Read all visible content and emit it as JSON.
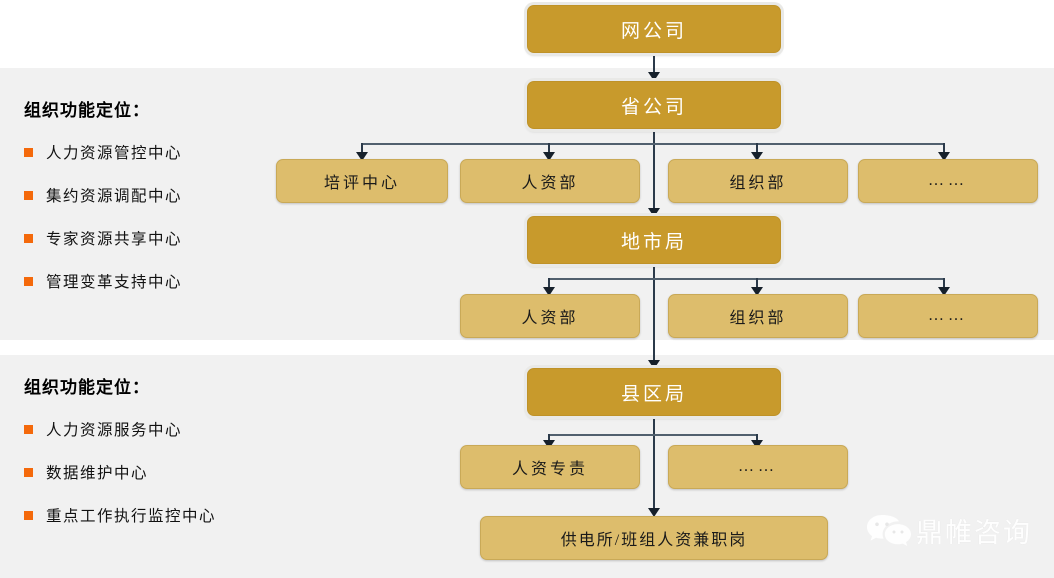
{
  "panels": [
    {
      "title": "组织功能定位：",
      "items": [
        "人力资源管控中心",
        "集约资源调配中心",
        "专家资源共享中心",
        "管理变革支持中心"
      ]
    },
    {
      "title": "组织功能定位：",
      "items": [
        "人力资源服务中心",
        "数据维护中心",
        "重点工作执行监控中心"
      ]
    }
  ],
  "chart_data": {
    "type": "org-chart",
    "nodes": {
      "net_company": "网公司",
      "province_company": "省公司",
      "city_bureau": "地市局",
      "county_bureau": "县区局",
      "province_depts": [
        "培评中心",
        "人资部",
        "组织部",
        "……"
      ],
      "city_depts": [
        "人资部",
        "组织部",
        "……"
      ],
      "county_depts": [
        "人资专责",
        "……"
      ],
      "grassroots": "供电所/班组人资兼职岗"
    },
    "edges": [
      [
        "网公司",
        "省公司"
      ],
      [
        "省公司",
        "培评中心"
      ],
      [
        "省公司",
        "人资部"
      ],
      [
        "省公司",
        "组织部"
      ],
      [
        "省公司",
        "……"
      ],
      [
        "省公司",
        "地市局"
      ],
      [
        "地市局",
        "人资部"
      ],
      [
        "地市局",
        "组织部"
      ],
      [
        "地市局",
        "……"
      ],
      [
        "地市局",
        "县区局"
      ],
      [
        "县区局",
        "人资专责"
      ],
      [
        "县区局",
        "……"
      ],
      [
        "县区局",
        "供电所/班组人资兼职岗"
      ]
    ]
  },
  "colors": {
    "primary_box": "#C89A2C",
    "secondary_box": "#DDBD6C",
    "panel_bg": "#F1F1F1",
    "bullet": "#F4690B",
    "connector": "#2B3A4A"
  },
  "watermark": {
    "text": "鼎帷咨询",
    "icon": "wechat-icon"
  }
}
